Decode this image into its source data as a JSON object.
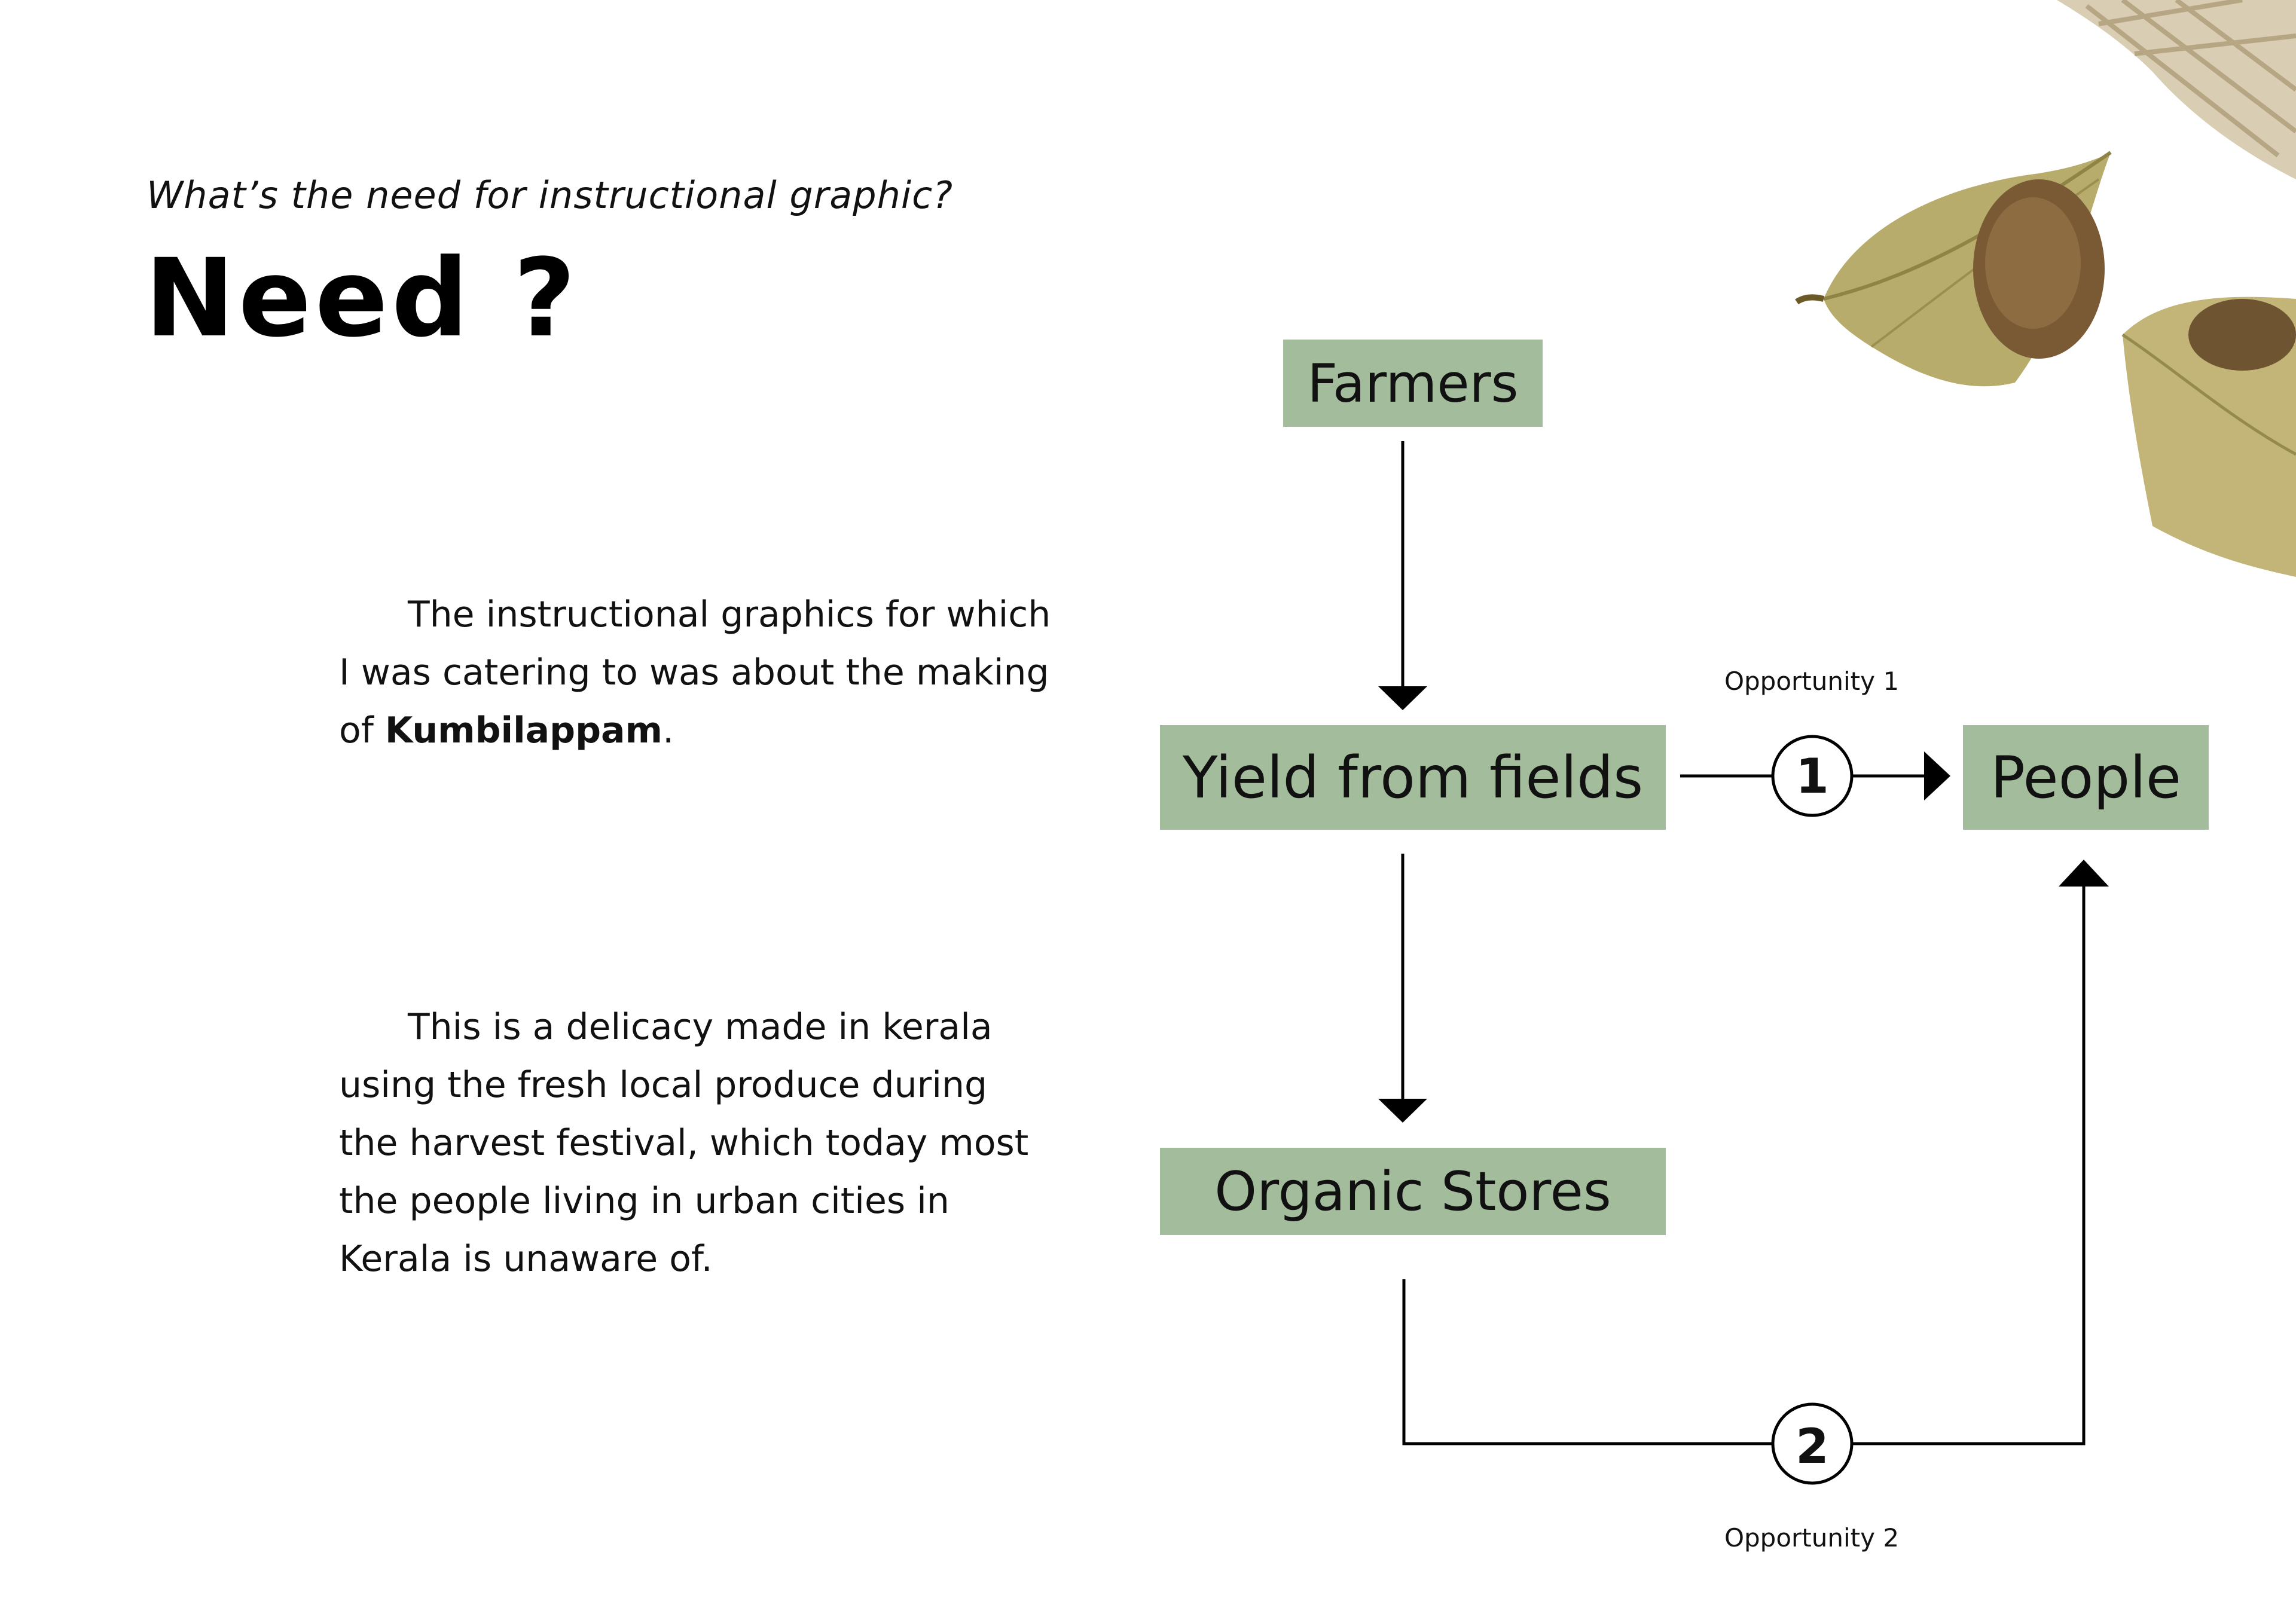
{
  "header": {
    "subtitle": "What’s the need for instructional graphic?",
    "title": "Need ?"
  },
  "body": {
    "paragraph1": {
      "before": "The instructional graphics for which I was catering to was about the making of ",
      "emphasis": "Kumbilappam",
      "after": "."
    },
    "paragraph2": "This is a delicacy made in kerala using the fresh local produce during the harvest festival, which today most the people living in urban cities in Kerala is unaware of."
  },
  "diagram": {
    "nodes": {
      "farmers": "Farmers",
      "yield": "Yield from fields",
      "people": "People",
      "organic": "Organic Stores"
    },
    "opportunities": [
      {
        "number": "1",
        "label": "Opportunity 1"
      },
      {
        "number": "2",
        "label": "Opportunity 2"
      }
    ],
    "colors": {
      "node_fill": "#a3bc9c",
      "line": "#000000"
    }
  },
  "image": {
    "icon": "kumbilappam-leaf-wraps-photo"
  }
}
